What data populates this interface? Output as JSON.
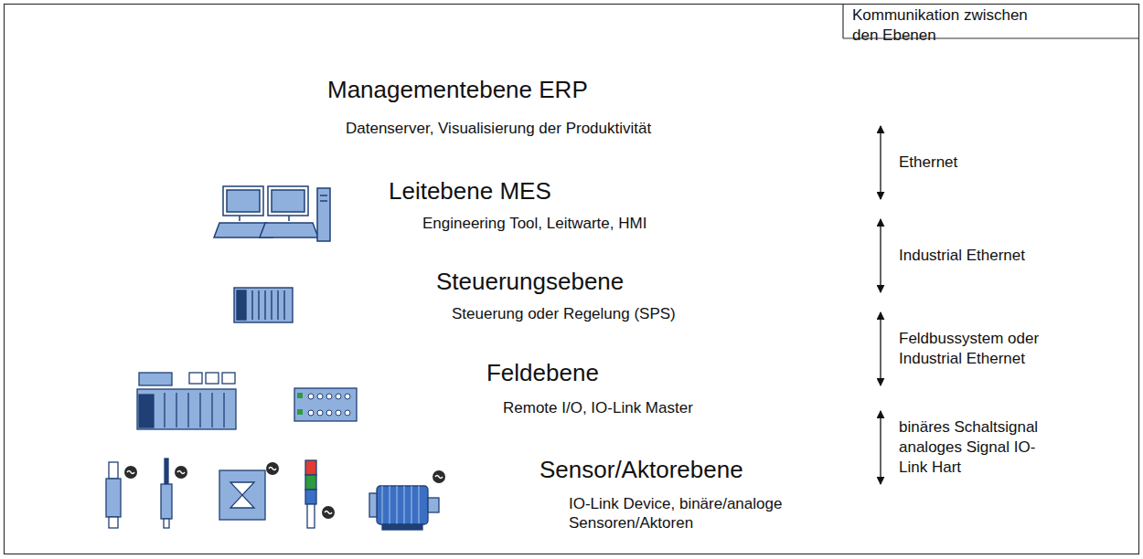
{
  "diagram": {
    "nodes": [
      {
        "text": [
          "Managementebene ERP",
          "Datenserver, Visualisierung der Produktivität"
        ]
      },
      {
        "text": [
          "Leitebene MES",
          "Engineering Tool, Leitwarte, HMI"
        ]
      },
      {
        "text": [
          "Steuerungsebene",
          "Steuerung oder Regelung (SPS)"
        ]
      },
      {
        "text": [
          "Feldebene",
          "Remote I/O, IO-Link Master"
        ]
      },
      {
        "text": [
          "Sensor/Aktorebene",
          "IO-Link Device, binäre/analoge Sensoren/Aktoren"
        ]
      }
    ],
    "edges": [
      {
        "from": 0,
        "to": 1,
        "arrow": "both",
        "label": "Ethernet"
      },
      {
        "from": 1,
        "to": 2,
        "arrow": "both",
        "label": "Industrial Ethernet"
      },
      {
        "from": 2,
        "to": 3,
        "arrow": "both",
        "label": "Feldbussystem oder Industrial Ethernet"
      },
      {
        "from": 3,
        "to": 4,
        "arrow": "both",
        "label": "binäres Schaltsignal analoges Signal IO-Link Hart"
      }
    ],
    "labels": [
      "Kommunikation zwischen den Ebenen"
    ]
  }
}
